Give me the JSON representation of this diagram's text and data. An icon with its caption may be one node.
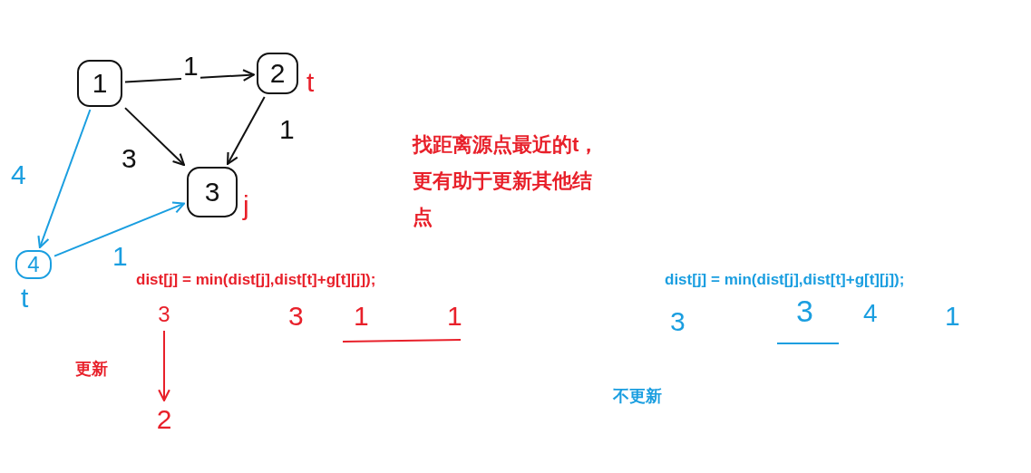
{
  "diagram": {
    "nodes": [
      {
        "text": [
          "1"
        ]
      },
      {
        "text": [
          "2"
        ],
        "beside": [
          "t"
        ]
      },
      {
        "text": [
          "3"
        ],
        "beside": [
          "j"
        ]
      },
      {
        "text": [
          "4"
        ],
        "beside": [
          "t"
        ]
      },
      {
        "text": [
          "3"
        ]
      },
      {
        "text": [
          "2"
        ]
      }
    ],
    "edges": [
      {
        "from": 0,
        "to": 1,
        "arrow": "to",
        "label": "1"
      },
      {
        "from": 1,
        "to": 2,
        "arrow": "to",
        "label": "1"
      },
      {
        "from": 0,
        "to": 2,
        "arrow": "to",
        "label": "3"
      },
      {
        "from": 0,
        "to": 3,
        "arrow": "to",
        "label": "4",
        "color": "#1a9ee0"
      },
      {
        "from": 3,
        "to": 2,
        "arrow": "to",
        "label": "1",
        "color": "#1a9ee0"
      },
      {
        "from": 4,
        "to": 5,
        "arrow": "to",
        "color": "#e8202a"
      }
    ],
    "labels": [
      "找距离源点最近的t，更有助于更新其他结点",
      "dist[j] = min(dist[j],dist[t]+g[t][j]);",
      "3",
      "1",
      "1",
      "更新",
      "dist[j] = min(dist[j],dist[t]+g[t][j]);",
      "3",
      "3",
      "4",
      "1",
      "不更新"
    ]
  }
}
